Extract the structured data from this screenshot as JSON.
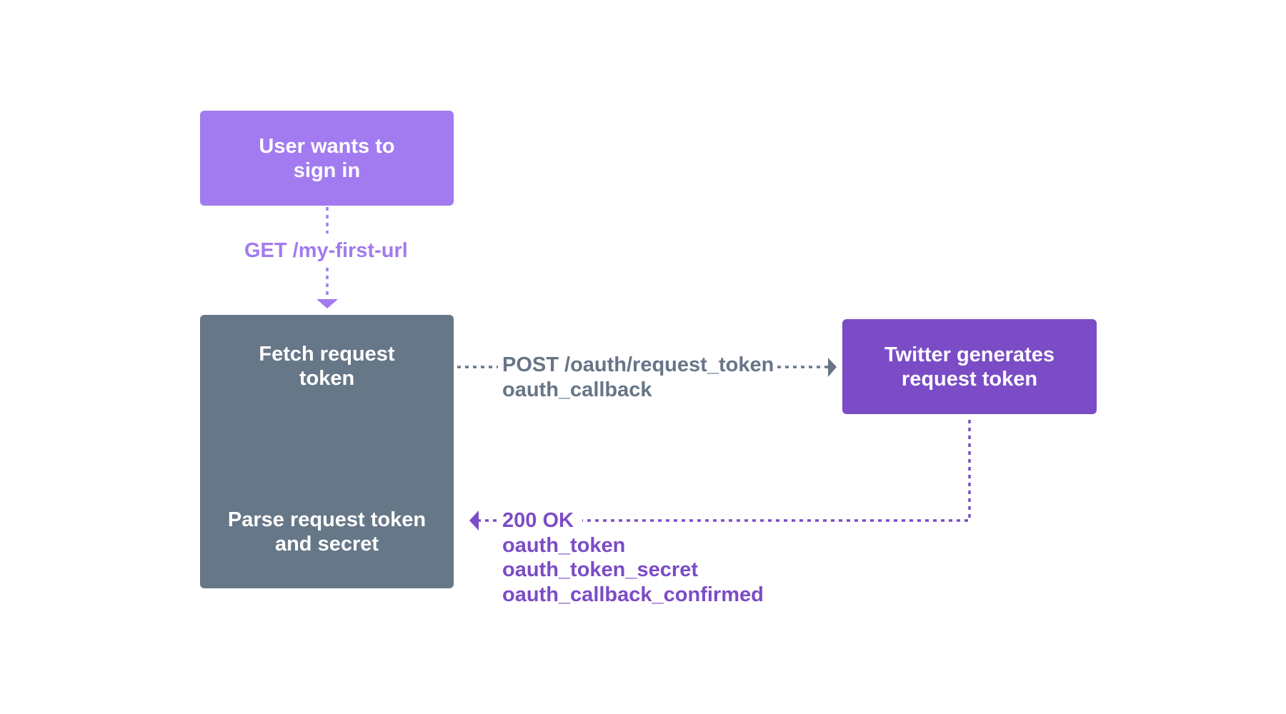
{
  "nodes": {
    "user": {
      "text": "User wants to\nsign in"
    },
    "client": {
      "fetch_text": "Fetch request\ntoken",
      "parse_text": "Parse request token\nand secret"
    },
    "twitter": {
      "text": "Twitter generates\nrequest token"
    }
  },
  "edges": {
    "get": {
      "label": "GET /my-first-url"
    },
    "post": {
      "line1": "POST /oauth/request_token",
      "line2": "oauth_callback"
    },
    "response": {
      "line1": "200 OK",
      "line2": "oauth_token",
      "line3": "oauth_token_secret",
      "line4": "oauth_callback_confirmed"
    }
  },
  "colors": {
    "user_node": "#a17bef",
    "client_node": "#667788",
    "twitter_node": "#7b4cc6",
    "get_edge": "#a17bef",
    "post_edge": "#677587",
    "response_edge": "#7b4cc6"
  }
}
